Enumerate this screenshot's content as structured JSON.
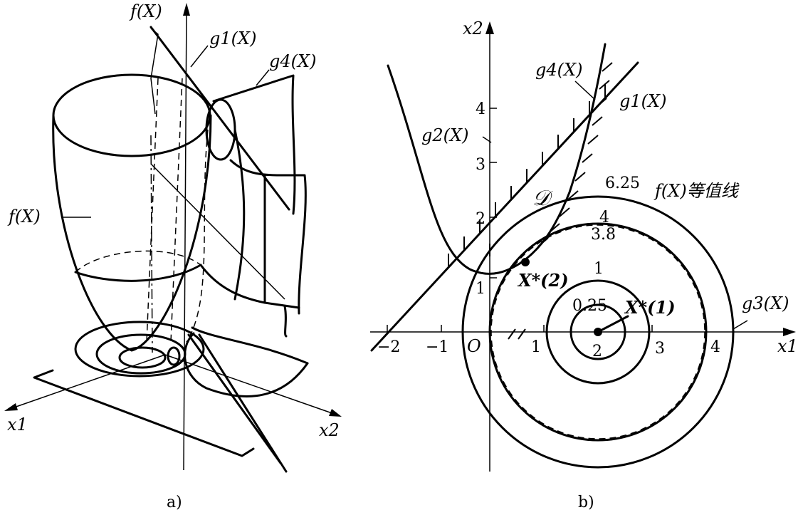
{
  "panel_a": {
    "caption": "a)",
    "axis_f": "f(X)",
    "axis_x1": "x1",
    "axis_x2": "x2",
    "label_g1": "g1(X)",
    "label_g4": "g4(X)",
    "label_fx": "f(X)"
  },
  "panel_b": {
    "caption": "b)",
    "axis_x1": "x1",
    "axis_x2": "x2",
    "origin": "O",
    "x_ticks": [
      "−2",
      "−1",
      "1",
      "2",
      "3",
      "4"
    ],
    "y_ticks": [
      "1",
      "2",
      "3",
      "4"
    ],
    "label_g1": "g1(X)",
    "label_g2": "g2(X)",
    "label_g3": "g3(X)",
    "label_g4": "g4(X)",
    "feasible_region": "𝒟",
    "contour_title": "f(X)等值线",
    "contour_levels": [
      "0.25",
      "1",
      "3.8",
      "4",
      "6.25"
    ],
    "optimum_unconstrained": "X*(1)",
    "optimum_constrained": "X*(2)"
  }
}
